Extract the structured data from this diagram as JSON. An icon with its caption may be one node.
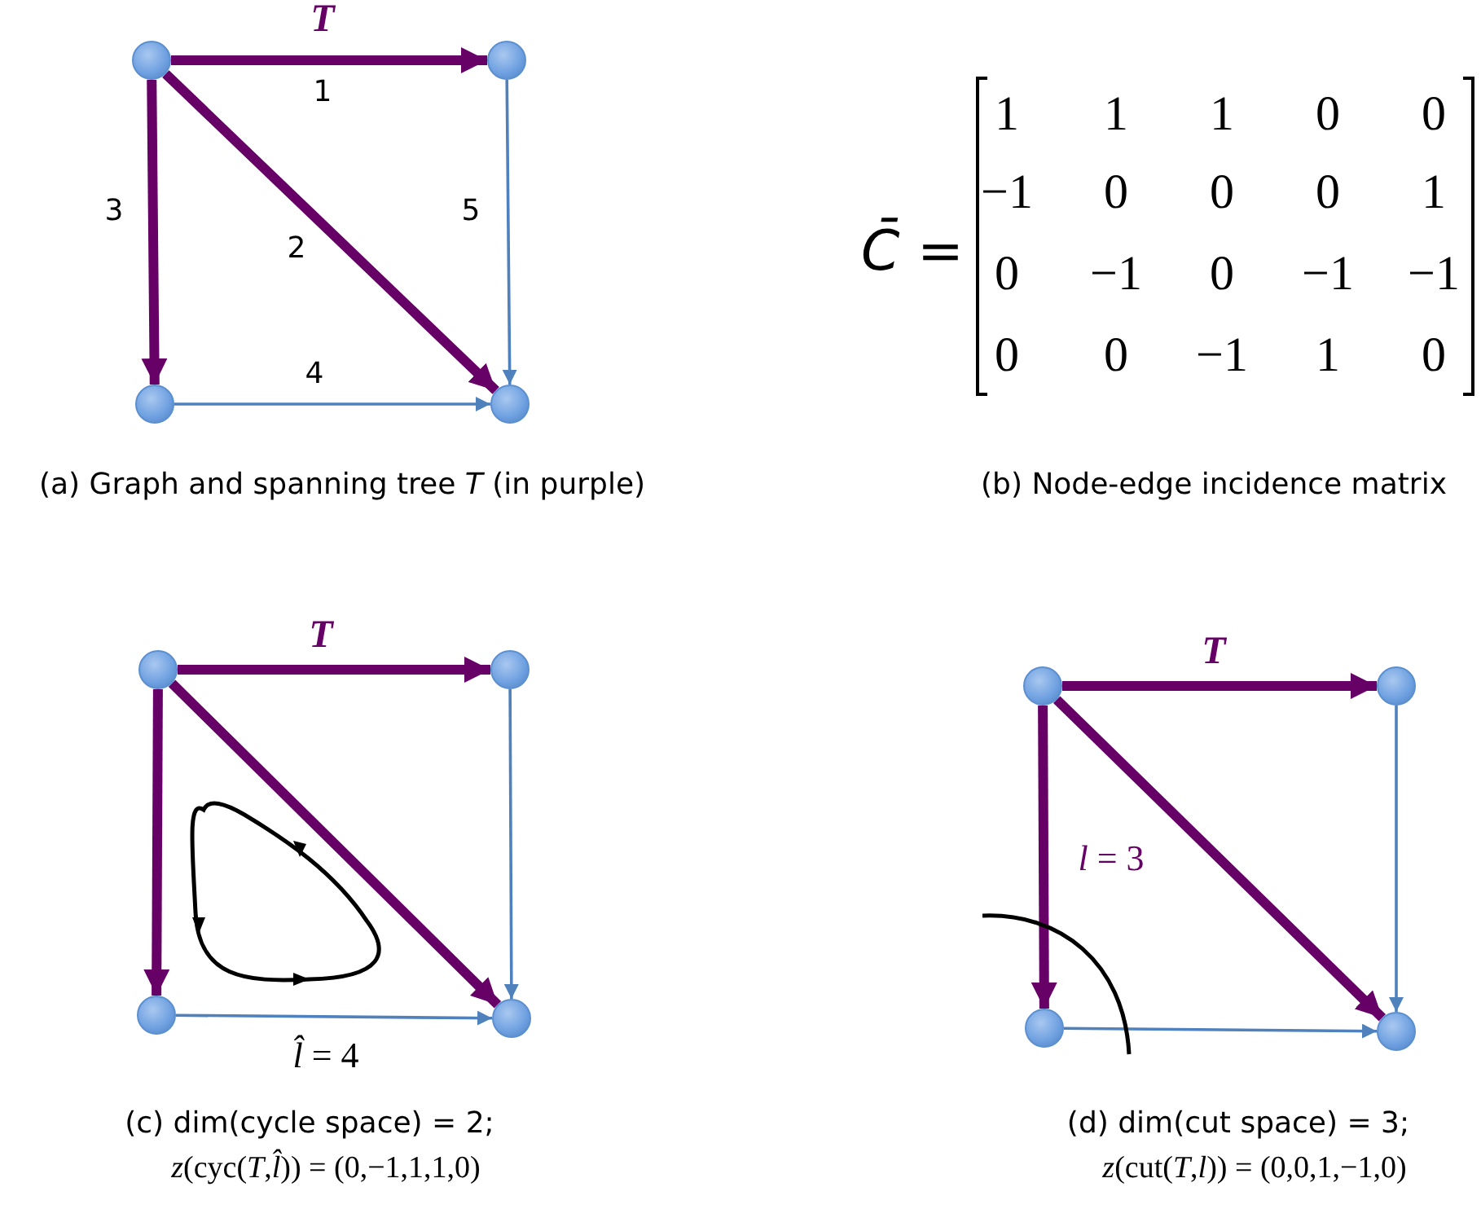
{
  "diagram": {
    "nodes": [
      {
        "text": [],
        "shape": "circle"
      },
      {
        "text": [],
        "shape": "circle"
      },
      {
        "text": [],
        "shape": "circle"
      },
      {
        "text": [],
        "shape": "circle"
      },
      {
        "text": [],
        "shape": "circle"
      },
      {
        "text": [],
        "shape": "circle"
      },
      {
        "text": [],
        "shape": "circle"
      },
      {
        "text": [],
        "shape": "circle"
      },
      {
        "text": [],
        "shape": "circle"
      },
      {
        "text": [],
        "shape": "circle"
      },
      {
        "text": [],
        "shape": "circle"
      },
      {
        "text": [],
        "shape": "circle"
      }
    ],
    "edges": [
      {
        "from": 0,
        "to": 1,
        "arrow": "to",
        "label": "1"
      },
      {
        "from": 0,
        "to": 3,
        "arrow": "to",
        "label": "2"
      },
      {
        "from": 0,
        "to": 2,
        "arrow": "to",
        "label": "3"
      },
      {
        "from": 2,
        "to": 3,
        "arrow": "to",
        "label": "4",
        "color": "#4f81bd"
      },
      {
        "from": 1,
        "to": 3,
        "arrow": "to",
        "label": "5",
        "color": "#4f81bd"
      },
      {
        "from": 4,
        "to": 5,
        "arrow": "to"
      },
      {
        "from": 4,
        "to": 7,
        "arrow": "to"
      },
      {
        "from": 4,
        "to": 6,
        "arrow": "to"
      },
      {
        "from": 6,
        "to": 7,
        "arrow": "to",
        "label": "*l̂* = 4",
        "color": "#4f81bd"
      },
      {
        "from": 5,
        "to": 7,
        "arrow": "to",
        "color": "#4f81bd"
      },
      {
        "from": 8,
        "to": 9,
        "arrow": "to"
      },
      {
        "from": 8,
        "to": 11,
        "arrow": "to"
      },
      {
        "from": 8,
        "to": 10,
        "arrow": "to",
        "label": "*l* = 3"
      },
      {
        "from": 10,
        "to": 11,
        "arrow": "to",
        "color": "#4f81bd"
      },
      {
        "from": 9,
        "to": 11,
        "arrow": "to",
        "color": "#4f81bd"
      }
    ],
    "labels": [
      "T",
      "*C̄* =",
      "1",
      "1",
      "1",
      "0",
      "0",
      "−1",
      "0",
      "0",
      "0",
      "1",
      "0",
      "−1",
      "0",
      "−1",
      "−1",
      "0",
      "0",
      "−1",
      "1",
      "0",
      "(a) Graph and spanning tree *T* (in purple)",
      "(b) Node-edge incidence matrix",
      "T",
      "T",
      "(c) dim(cycle space) = 2;",
      "*z*(cyc(*T*,*l̂*)) = (0,−1,1,1,0)",
      "(d) dim(cut space) = 3;",
      "*z*(cut(*T*,*l*)) = (0,0,1,−1,0)"
    ]
  }
}
